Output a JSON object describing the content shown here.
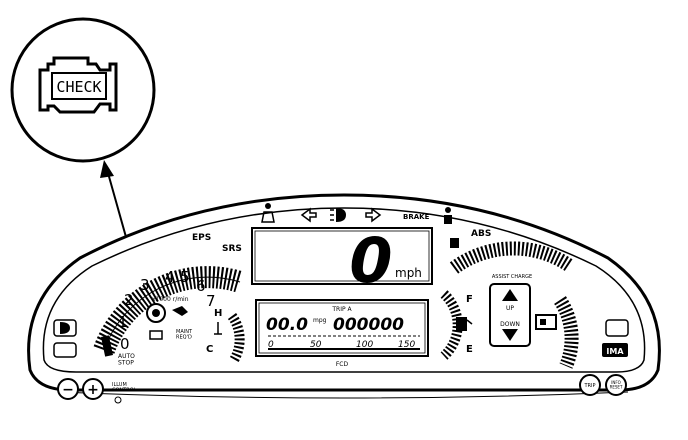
{
  "callout": {
    "check_label": "CHECK"
  },
  "indicators": {
    "eps": "EPS",
    "srs": "SRS",
    "abs": "ABS",
    "brake": "BRAKE",
    "ima": "IMA"
  },
  "tachometer": {
    "ticks": [
      "0",
      "1",
      "2",
      "3",
      "4",
      "5",
      "6",
      "7"
    ],
    "unit": "x1000 r/min",
    "auto_stop": "AUTO\nSTOP",
    "maint_reqd": "MAINT\nREQ'D"
  },
  "temperature": {
    "hot": "H",
    "cold": "C"
  },
  "speedometer": {
    "value": "0",
    "unit": "mph"
  },
  "odometer": {
    "trip_label": "TRIP A",
    "mpg_value": "00.0",
    "mpg_unit": "mpg",
    "trip_value": "000000",
    "scale": [
      "0",
      "50",
      "100",
      "150"
    ],
    "fcd_label": "FCD"
  },
  "fuel": {
    "full": "F",
    "empty": "E"
  },
  "assist_charge": {
    "label": "ASSIST CHARGE"
  },
  "updown": {
    "up": "UP",
    "down": "DOWN"
  },
  "controls": {
    "minus": "−",
    "plus": "+",
    "illum_label": "ILLUM\nCONTROL",
    "trip_button": "TRIP",
    "reset_button": "INFO\nRESET"
  }
}
